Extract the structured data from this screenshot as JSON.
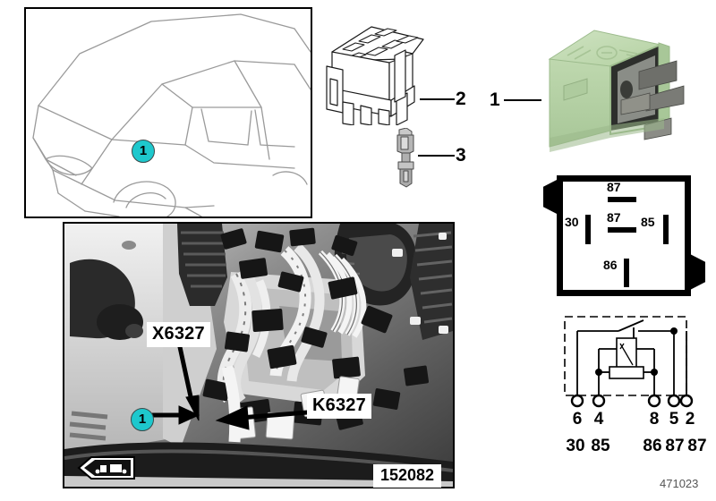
{
  "document": {
    "doc_number": "471023",
    "image_number": "152082"
  },
  "callouts": {
    "car_panel": "1",
    "photo_panel": "1"
  },
  "parts": [
    {
      "number": "1",
      "name": "relay",
      "color": "#b9d6a8"
    },
    {
      "number": "2",
      "name": "relay-socket-holder",
      "color": "#ffffff"
    },
    {
      "number": "3",
      "name": "terminal-contact-pin",
      "color": "#a8a8a8"
    }
  ],
  "item_labels": {
    "item1": "1",
    "item2": "2",
    "item3": "3"
  },
  "pin_layout": {
    "title": "relay-terminal-layout",
    "pins": [
      {
        "label": "87",
        "id": "87-top",
        "orientation": "horizontal"
      },
      {
        "label": "87",
        "id": "87-mid",
        "orientation": "horizontal"
      },
      {
        "label": "30",
        "id": "30",
        "orientation": "vertical"
      },
      {
        "label": "85",
        "id": "85",
        "orientation": "vertical"
      },
      {
        "label": "86",
        "id": "86",
        "orientation": "vertical"
      }
    ]
  },
  "schematic": {
    "pin_numbers": [
      "6",
      "4",
      "8",
      "5",
      "2"
    ],
    "terminal_names": [
      "30",
      "85",
      "86",
      "87",
      "87"
    ]
  },
  "photo_tags": {
    "connector": "X6327",
    "relay": "K6327"
  },
  "colors": {
    "callout_fill": "#1ec8cd",
    "callout_stroke": "#3a4a4a",
    "relay_body": "#b9d6a8",
    "line": "#000000",
    "car_outline": "#9a9a9a"
  },
  "icons": {
    "direction_marker": "car-direction-arrow-icon"
  }
}
